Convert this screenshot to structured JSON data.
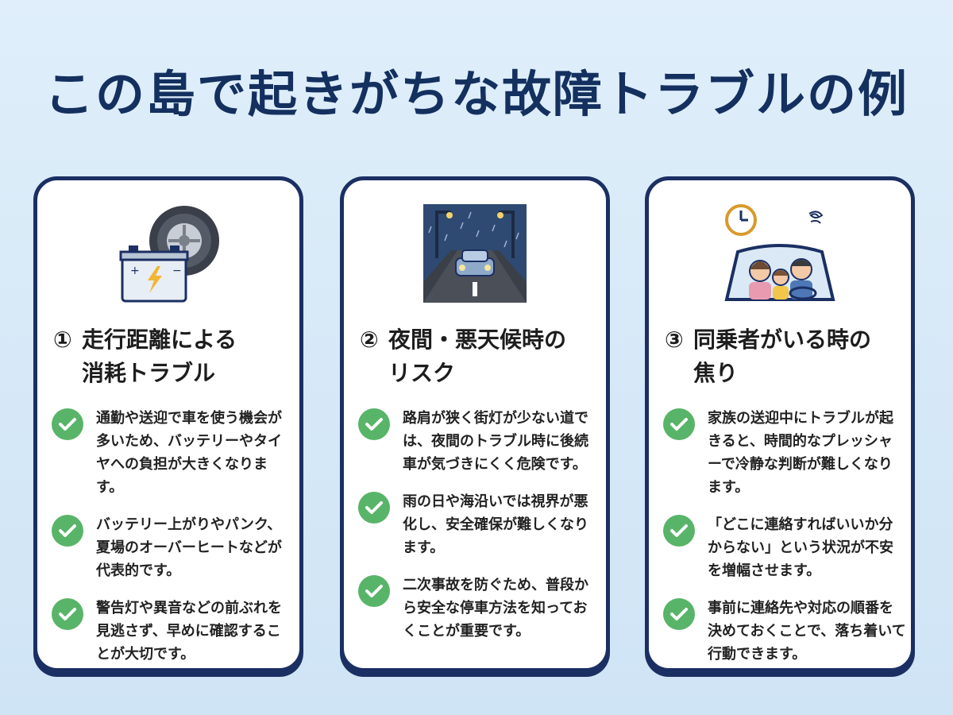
{
  "title": "この島で起きがちな故障トラブルの例",
  "cards": [
    {
      "number": "①",
      "heading_line1": "走行距離による",
      "heading_line2": "消耗トラブル",
      "illustration": "battery-and-tire-icon",
      "items": [
        "通勤や送迎で車を使う機会が多いため、バッテリーやタイヤへの負担が大きくなります。",
        "バッテリー上がりやパンク、夏場のオーバーヒートなどが代表的です。",
        "警告灯や異音などの前ぶれを見逃さず、早めに確認することが大切です。"
      ]
    },
    {
      "number": "②",
      "heading_line1": "夜間・悪天候時の",
      "heading_line2": "リスク",
      "illustration": "rainy-night-road-icon",
      "items": [
        "路肩が狭く街灯が少ない道では、夜間のトラブル時に後続車が気づきにくく危険です。",
        "雨の日や海沿いでは視界が悪化し、安全確保が難しくなります。",
        "二次事故を防ぐため、普段から安全な停車方法を知っておくことが重要です。"
      ]
    },
    {
      "number": "③",
      "heading_line1": "同乗者がいる時の",
      "heading_line2": "焦り",
      "illustration": "family-in-car-icon",
      "items": [
        "家族の送迎中にトラブルが起きると、時間的なプレッシャーで冷静な判断が難しくなります。",
        "「どこに連絡すればいいか分からない」という状況が不安を増幅させます。",
        "事前に連絡先や対応の順番を決めておくことで、落ち着いて行動できます。"
      ]
    }
  ],
  "colors": {
    "accent": "#1b2f63",
    "check": "#58b468",
    "background": "#d8eaf8"
  }
}
